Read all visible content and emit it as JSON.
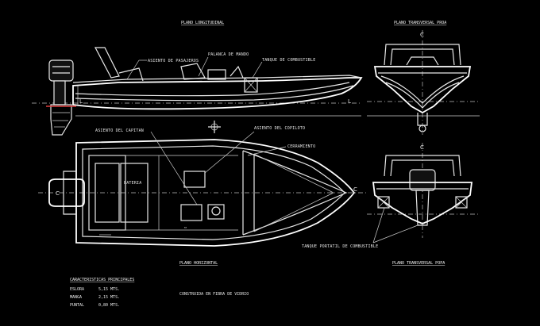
{
  "views": {
    "longitudinal_title": "PLANO LONGITUDINAL",
    "bow_transverse_title": "PLANO TRANSVERSAL PROA",
    "horizontal_title": "PLANO HORIZONTAL",
    "stern_transverse_title": "PLANO TRANSVERSAL POPA"
  },
  "labels": {
    "passenger_seat": "ASIENTO DE PASAJEROS",
    "steering_lever": "PALANCA DE MANDO",
    "fuel_tank": "TANQUE DE COMBUSTIBLE",
    "captain_seat": "ASIENTO DEL CAPITAN",
    "copilot_seat": "ASIENTO DEL COPILOTO",
    "windshield": "CERRAMIENTO",
    "battery": "BATERIA",
    "portable_tank": "TANQUE PORTATIL DE COMBUSTIBLE",
    "hull_mark_a": "L",
    "hull_mark_b": "L",
    "symbol_c": "C"
  },
  "specs": {
    "heading": "CARACTERISTICAS PRINCIPALES",
    "rows": [
      {
        "name": "ESLORA",
        "value": "5,15 MTS."
      },
      {
        "name": "MANGA",
        "value": "2,15 MTS."
      },
      {
        "name": "PUNTAL",
        "value": "0,80 MTS."
      }
    ],
    "construction": "CONSTRUIDA EN FIBRA DE VIDRIO"
  },
  "colors": {
    "background": "#000000",
    "line": "#e8e8e8",
    "accent": "#e04040"
  }
}
